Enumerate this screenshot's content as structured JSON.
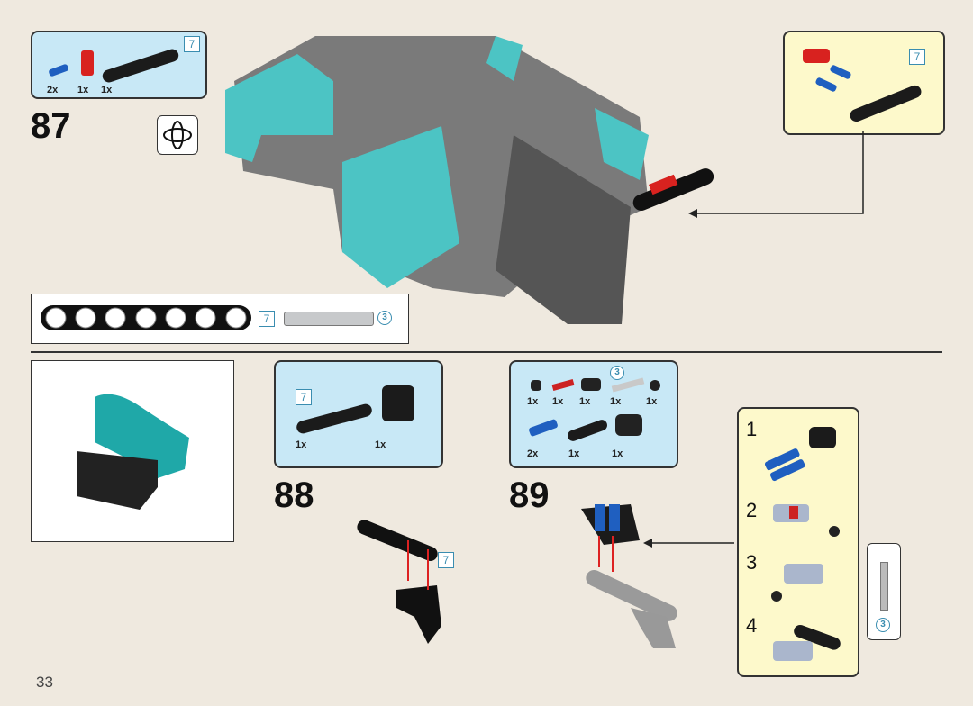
{
  "page_number": "33",
  "steps": [
    {
      "number": "87",
      "parts": [
        {
          "qty": "2x",
          "color": "#1f5fc0"
        },
        {
          "qty": "1x",
          "color": "#d8221f"
        },
        {
          "qty": "1x",
          "color": "#1b1b1b"
        }
      ],
      "beam_length": "7",
      "callout_length": "7"
    },
    {
      "number": "88",
      "parts": [
        {
          "qty": "1x"
        },
        {
          "qty": "1x"
        }
      ],
      "beam_length": "7",
      "assembly_length": "7"
    },
    {
      "number": "89",
      "parts": [
        {
          "qty": "1x"
        },
        {
          "qty": "1x"
        },
        {
          "qty": "1x"
        },
        {
          "qty": "1x"
        },
        {
          "qty": "1x"
        },
        {
          "qty": "2x"
        },
        {
          "qty": "1x"
        },
        {
          "qty": "1x"
        }
      ],
      "axle_length": "3",
      "substeps": [
        "1",
        "2",
        "3",
        "4"
      ],
      "axle_callout_length": "3"
    }
  ],
  "ruler": {
    "beam_length": "7",
    "axle_length": "3"
  },
  "colors": {
    "background": "#efe9df",
    "parts_box": "#c8e8f6",
    "callout_box": "#fdf9cb",
    "teal": "#4cc4c4"
  }
}
